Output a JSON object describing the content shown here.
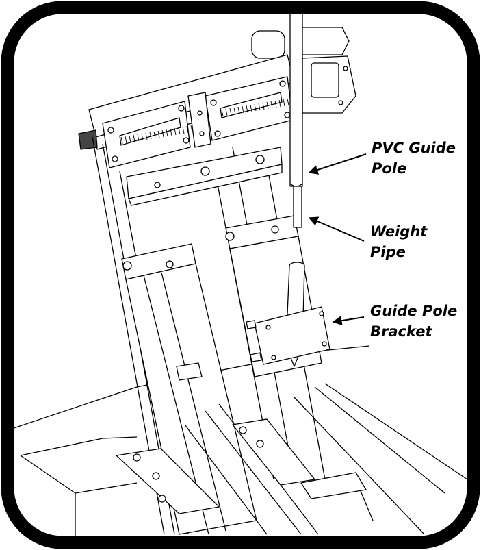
{
  "callouts": {
    "pvc_guide_pole": {
      "line1": "PVC Guide",
      "line2": "Pole"
    },
    "weight_pipe": {
      "line1": "Weight",
      "line2": "Pipe"
    },
    "guide_pole_bracket": {
      "line1": "Guide Pole",
      "line2": "Bracket"
    }
  },
  "colors": {
    "ink": "#000000",
    "paper": "#ffffff"
  }
}
